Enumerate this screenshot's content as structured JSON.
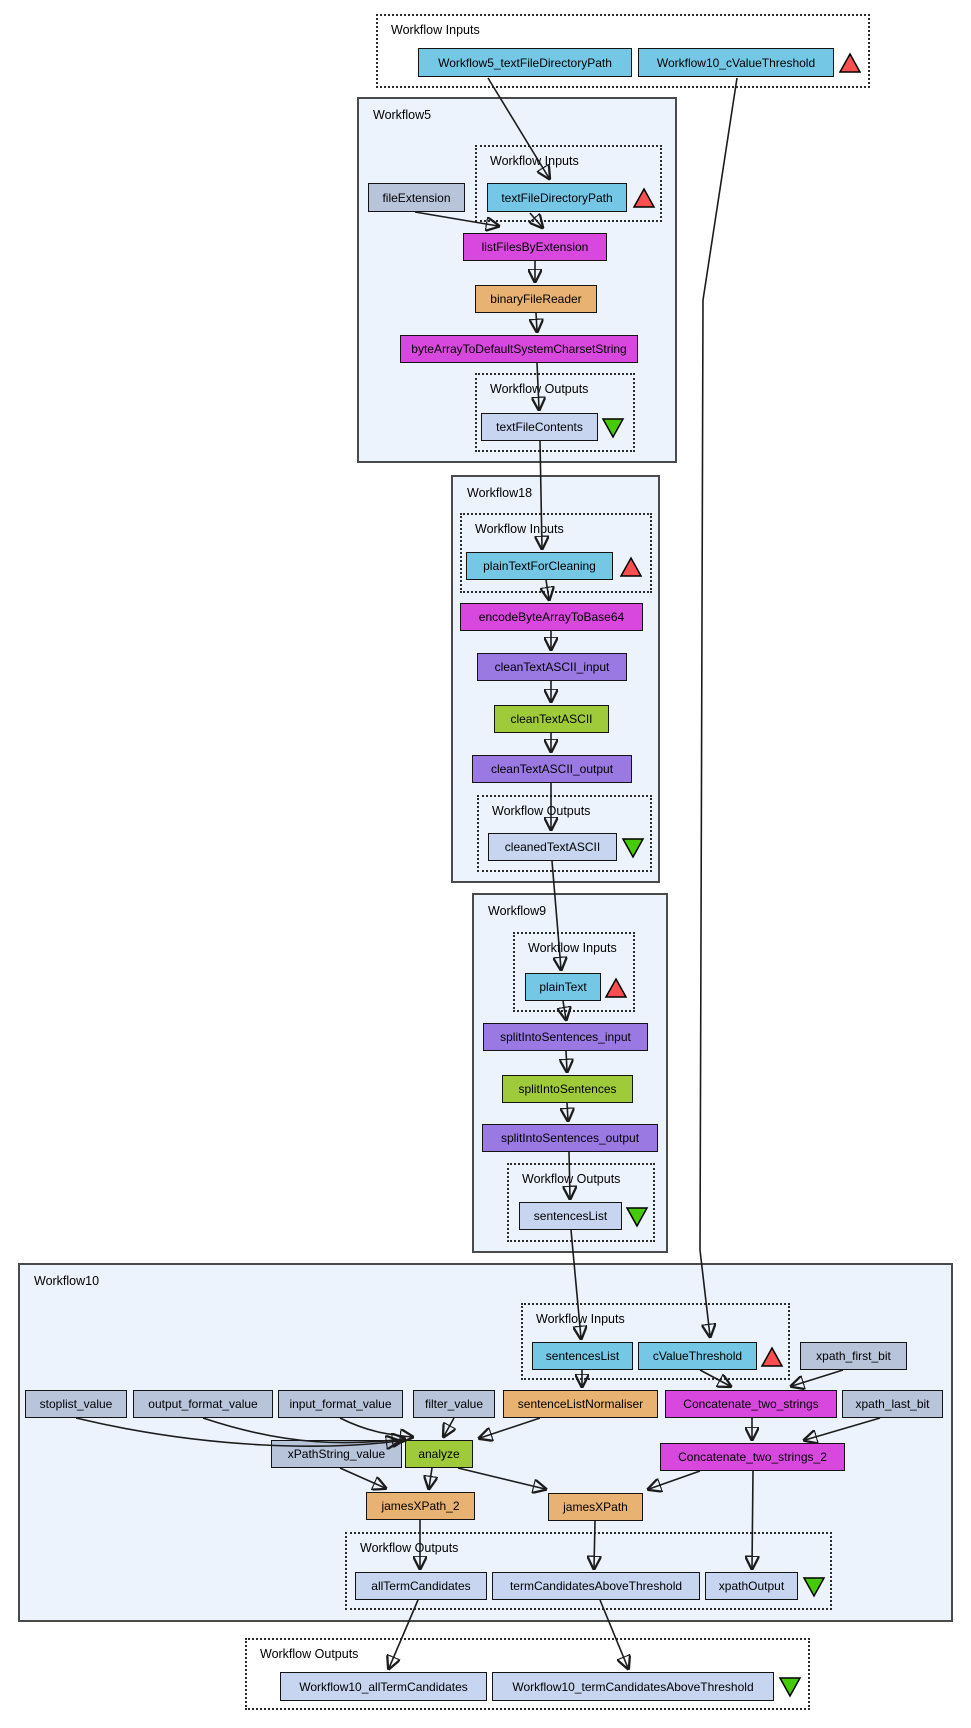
{
  "colors": {
    "input_port": "#74C8E6",
    "constant": "#B7C4DA",
    "local_worker": "#D948DE",
    "beanshell": "#E7B272",
    "green_service": "#9FCB3B",
    "nested_port": "#9A79E3",
    "output_port": "#C7D5F0",
    "workflow_bg": "#EDF3FC",
    "workflow_border": "#4A4A4A",
    "dotted_border": "#2B2B2B",
    "red_arrow": "#FB4F4F",
    "green_arrow": "#46CB09"
  },
  "top_inputs": {
    "title": "Workflow Inputs",
    "workflow5_textFileDirectoryPath": "Workflow5_textFileDirectoryPath",
    "workflow10_cValueThreshold": "Workflow10_cValueThreshold"
  },
  "workflow5": {
    "title": "Workflow5",
    "inputs_title": "Workflow Inputs",
    "outputs_title": "Workflow Outputs",
    "fileExtension": "fileExtension",
    "textFileDirectoryPath": "textFileDirectoryPath",
    "listFilesByExtension": "listFilesByExtension",
    "binaryFileReader": "binaryFileReader",
    "byteArrayToDefaultSystemCharsetString": "byteArrayToDefaultSystemCharsetString",
    "textFileContents": "textFileContents"
  },
  "workflow18": {
    "title": "Workflow18",
    "inputs_title": "Workflow Inputs",
    "outputs_title": "Workflow Outputs",
    "plainTextForCleaning": "plainTextForCleaning",
    "encodeByteArrayToBase64": "encodeByteArrayToBase64",
    "cleanTextASCII_input": "cleanTextASCII_input",
    "cleanTextASCII": "cleanTextASCII",
    "cleanTextASCII_output": "cleanTextASCII_output",
    "cleanedTextASCII": "cleanedTextASCII"
  },
  "workflow9": {
    "title": "Workflow9",
    "inputs_title": "Workflow Inputs",
    "outputs_title": "Workflow Outputs",
    "plainText": "plainText",
    "splitIntoSentences_input": "splitIntoSentences_input",
    "splitIntoSentences": "splitIntoSentences",
    "splitIntoSentences_output": "splitIntoSentences_output",
    "sentencesList": "sentencesList"
  },
  "workflow10": {
    "title": "Workflow10",
    "inputs_title": "Workflow Inputs",
    "outputs_title": "Workflow Outputs",
    "sentencesList": "sentencesList",
    "cValueThreshold": "cValueThreshold",
    "xpath_first_bit": "xpath_first_bit",
    "stoplist_value": "stoplist_value",
    "output_format_value": "output_format_value",
    "input_format_value": "input_format_value",
    "filter_value": "filter_value",
    "sentenceListNormaliser": "sentenceListNormaliser",
    "Concatenate_two_strings": "Concatenate_two_strings",
    "xpath_last_bit": "xpath_last_bit",
    "xPathString_value": "xPathString_value",
    "analyze": "analyze",
    "Concatenate_two_strings_2": "Concatenate_two_strings_2",
    "jamesXPath_2": "jamesXPath_2",
    "jamesXPath": "jamesXPath",
    "allTermCandidates": "allTermCandidates",
    "termCandidatesAboveThreshold": "termCandidatesAboveThreshold",
    "xpathOutput": "xpathOutput"
  },
  "bottom_outputs": {
    "title": "Workflow Outputs",
    "workflow10_allTermCandidates": "Workflow10_allTermCandidates",
    "workflow10_termCandidatesAboveThreshold": "Workflow10_termCandidatesAboveThreshold"
  }
}
